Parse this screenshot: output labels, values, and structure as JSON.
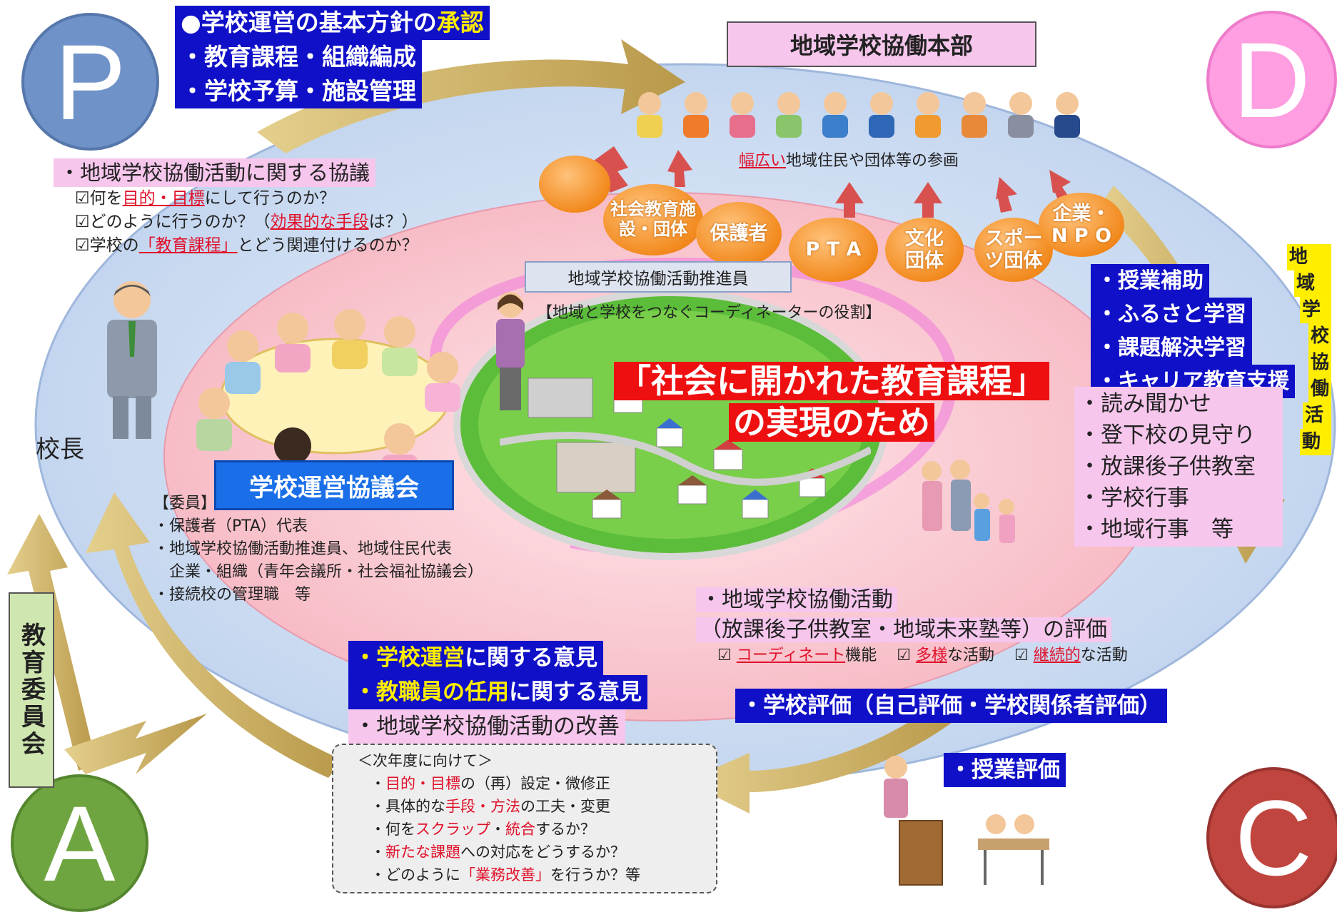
{
  "pdca": {
    "p": "P",
    "d": "D",
    "c": "C",
    "a": "A"
  },
  "top_left": {
    "line1_prefix": "●学校運営の基本方針の",
    "line1_accent": "承認",
    "line2": "・教育課程・組織編成",
    "line3": "・学校予算・施設管理"
  },
  "headquarters": "地域学校協働本部",
  "participation": {
    "accent": "幅広い",
    "rest": "地域住民や団体等の参画"
  },
  "organizations": [
    "社会教育施設・団体",
    "保護者",
    "P T A",
    "文化団体",
    "スポーツ団体",
    "企業・N P O"
  ],
  "deliberation": {
    "title": "・地域学校協働活動に関する協議",
    "q1": {
      "a": "☑何を",
      "b": "目的・目標",
      "c": "にして行うのか？"
    },
    "q2": {
      "a": "☑どのように行うのか？（",
      "b": "効果的な手段",
      "c": "は？）"
    },
    "q3": {
      "a": "☑学校の",
      "b": "「教育課程」",
      "c": "とどう関連付けるのか？"
    }
  },
  "promoter": {
    "label": "地域学校協働活動推進員",
    "role": "【地域と学校をつなぐコーディネーターの役割】"
  },
  "principal": "校長",
  "council": {
    "label": "学校運営協議会",
    "members": [
      "【委員】",
      "・保護者（PTA）代表",
      "・地域学校協働活動推進員、地域住民代表",
      "　企業・組織（青年会議所・社会福祉協議会）",
      "・接続校の管理職　等"
    ]
  },
  "center_title": {
    "line1": "「社会に開かれた教育課程」",
    "line2": "の実現のため"
  },
  "activities": {
    "blue": [
      "・授業補助",
      "・ふるさと学習",
      "・課題解決学習",
      "・キャリア教育支援"
    ],
    "plain": [
      "・読み聞かせ",
      "・登下校の見守り",
      "・放課後子供教室",
      "・学校行事",
      "・地域行事　等"
    ]
  },
  "vertical_label": [
    "地",
    "域",
    "学",
    "校",
    "協",
    "働",
    "活",
    "動"
  ],
  "evaluation": {
    "line1": "・地域学校協働活動",
    "line2": "（放課後子供教室・地域未来塾等）の評価",
    "cb1": "☑",
    "r1": "コーディネート",
    "t1": "機能",
    "cb2": "☑",
    "r2": "多様",
    "t2": "な活動",
    "cb3": "☑",
    "r3": "継続的",
    "t3": "な活動"
  },
  "school_eval": "・学校評価（自己評価・学校関係者評価）",
  "class_eval": "・授業評価",
  "opinions": {
    "l1_accent": "・学校運営",
    "l1_rest": "に関する意見",
    "l2_accent": "・教職員の任用",
    "l2_rest": "に関する意見",
    "l3": "・地域学校協働活動の改善"
  },
  "next_year": {
    "title": "＜次年度に向けて＞",
    "l1": {
      "a": "・",
      "b": "目的・目標",
      "c": "の（再）設定・微修正"
    },
    "l2": {
      "a": "・具体的な",
      "b": "手段・方法",
      "c": "の工夫・変更"
    },
    "l3": {
      "a": "・何を",
      "b": "スクラップ",
      "c": "・",
      "d": "統合",
      "e": "するか？"
    },
    "l4": {
      "a": "・",
      "b": "新たな課題",
      "c": "への対応をどうするか？"
    },
    "l5": {
      "a": "・どのように",
      "b": "「業務改善」",
      "c": "を行うか？等"
    }
  },
  "board": "教育委員会",
  "colors": {
    "p": "#6f93c8",
    "d": "#ff9ee0",
    "c": "#c0453f",
    "a": "#6fa540",
    "arrow": "#c9ae63",
    "blue_box": "#1010c8"
  }
}
